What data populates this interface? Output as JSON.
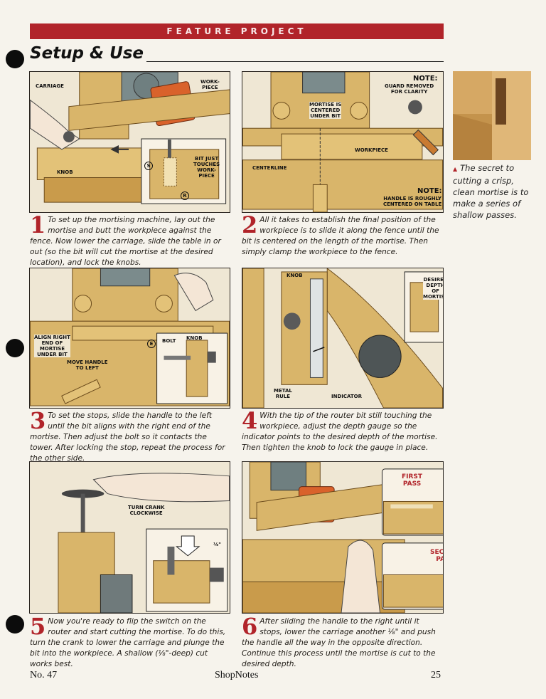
{
  "header": {
    "banner": "FEATURE PROJECT",
    "section_title": "Setup & Use"
  },
  "panels": {
    "p1": {
      "labels": {
        "carriage": "CARRIAGE",
        "workpiece": "WORK-\nPIECE",
        "knob": "KNOB",
        "bit_touches": "BIT JUST\nTOUCHES\nWORK-\nPIECE",
        "inset_s": "S",
        "inset_r": "R"
      },
      "step": "1",
      "caption": "To set up the mortising machine, lay out the mortise and butt the workpiece against the fence. Now lower the carriage, slide the table in or out (so the bit will cut the mortise at the desired location), and lock the knobs."
    },
    "p2": {
      "labels": {
        "note_title": "NOTE:",
        "guard": "GUARD REMOVED\nFOR CLARITY",
        "mortise_centered": "MORTISE IS\nCENTERED\nUNDER BIT",
        "workpiece": "WORKPIECE",
        "centerline": "CENTERLINE",
        "note2_title": "NOTE:",
        "handle_centered": "HANDLE IS ROUGHLY\nCENTERED ON TABLE"
      },
      "step": "2",
      "caption": "All it takes to establish the final position of the workpiece is to slide it along the fence until the bit is centered on the length of the mortise. Then simply clamp the workpiece to the fence."
    },
    "p3": {
      "labels": {
        "align": "ALIGN RIGHT\nEND OF\nMORTISE\nUNDER BIT",
        "bolt": "BOLT",
        "knob": "KNOB",
        "inset_e": "E",
        "move_handle": "MOVE HANDLE\nTO LEFT"
      },
      "step": "3",
      "caption": "To set the stops, slide the handle to the left until the bit aligns with the right end of the mortise. Then adjust the bolt so it contacts the tower. After locking the stop, repeat the process for the other side."
    },
    "p4": {
      "labels": {
        "knob": "KNOB",
        "desired_depth": "DESIRED DEPTH\nOF MORTISE",
        "metal_rule": "METAL\nRULE",
        "indicator": "INDICATOR"
      },
      "step": "4",
      "caption": "With the tip of the router bit still touching the workpiece, adjust the depth gauge so the indicator points to the desired depth of the mortise. Then tighten the knob to lock the gauge in place."
    },
    "p5": {
      "labels": {
        "turn_crank": "TURN CRANK\nCLOCKWISE",
        "depth_fraction": "⅛\""
      },
      "step": "5",
      "caption": "Now you're ready to flip the switch on the router and start cutting the mortise. To do this, turn the crank to lower the carriage and plunge the bit into the workpiece. A shallow (⅛\"-deep) cut works best."
    },
    "p6": {
      "labels": {
        "first_pass": "FIRST\nPASS",
        "second_pass": "SECOND\nPASS"
      },
      "step": "6",
      "caption": "After sliding the handle to the right until it stops, lower the carriage another ⅛\" and push the handle all the way in the opposite direction. Continue this process until the mortise is cut to the desired depth."
    }
  },
  "side_caption": "The secret to cutting a crisp, clean mortise is to make a series of shallow passes.",
  "footer": {
    "issue": "No. 47",
    "magazine": "ShopNotes",
    "page": "25"
  },
  "colors": {
    "accent_red": "#b1242a",
    "wood": "#d9b56a",
    "wood_dark": "#b98a3c",
    "orange_part": "#d9622b",
    "paper": "#f6f3ec"
  }
}
